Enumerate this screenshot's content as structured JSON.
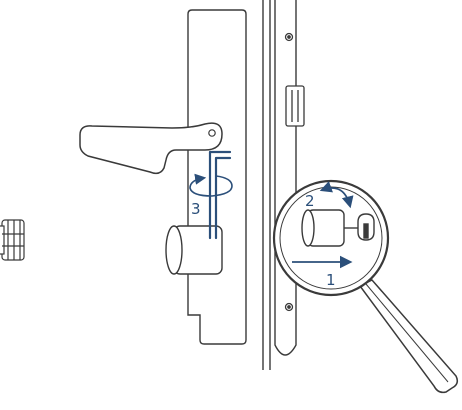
{
  "diagram": {
    "steps": [
      {
        "number": "1",
        "label": "1"
      },
      {
        "number": "2",
        "label": "2"
      },
      {
        "number": "3",
        "label": "3"
      }
    ],
    "colors": {
      "line": "#3a3a3a",
      "arrow": "#2b4f7a",
      "key": "#2b4f7a",
      "lens_fill": "#ffffff",
      "handle_fill": "#ffffff"
    },
    "icons": [
      "door-handle-icon",
      "allen-key-icon",
      "magnifier-icon",
      "cylinder-lock-icon"
    ]
  }
}
